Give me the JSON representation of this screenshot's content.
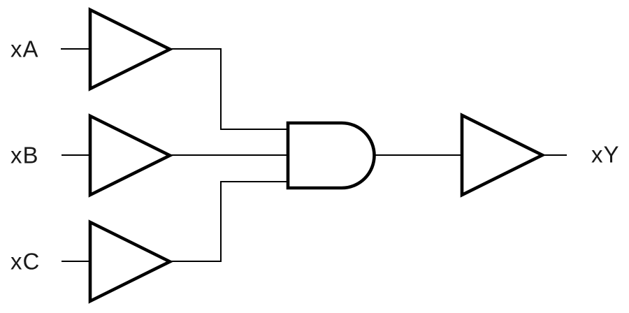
{
  "diagram": {
    "type": "logic-circuit",
    "description": "Three buffered inputs combined by a 3-input AND gate driving a buffered output",
    "colors": {
      "background": "#ffffff",
      "stroke": "#000000",
      "text": "#1a1a1a"
    },
    "inputs": [
      {
        "id": "a",
        "label": "xA"
      },
      {
        "id": "b",
        "label": "xB"
      },
      {
        "id": "c",
        "label": "xC"
      }
    ],
    "output": {
      "id": "y",
      "label": "xY"
    },
    "gates": [
      {
        "name": "buffer-a",
        "type": "buffer",
        "input": "xA"
      },
      {
        "name": "buffer-b",
        "type": "buffer",
        "input": "xB"
      },
      {
        "name": "buffer-c",
        "type": "buffer",
        "input": "xC"
      },
      {
        "name": "and-gate",
        "type": "AND",
        "inputs": [
          "xA",
          "xB",
          "xC"
        ]
      },
      {
        "name": "buffer-output",
        "type": "buffer",
        "output": "xY"
      }
    ]
  }
}
